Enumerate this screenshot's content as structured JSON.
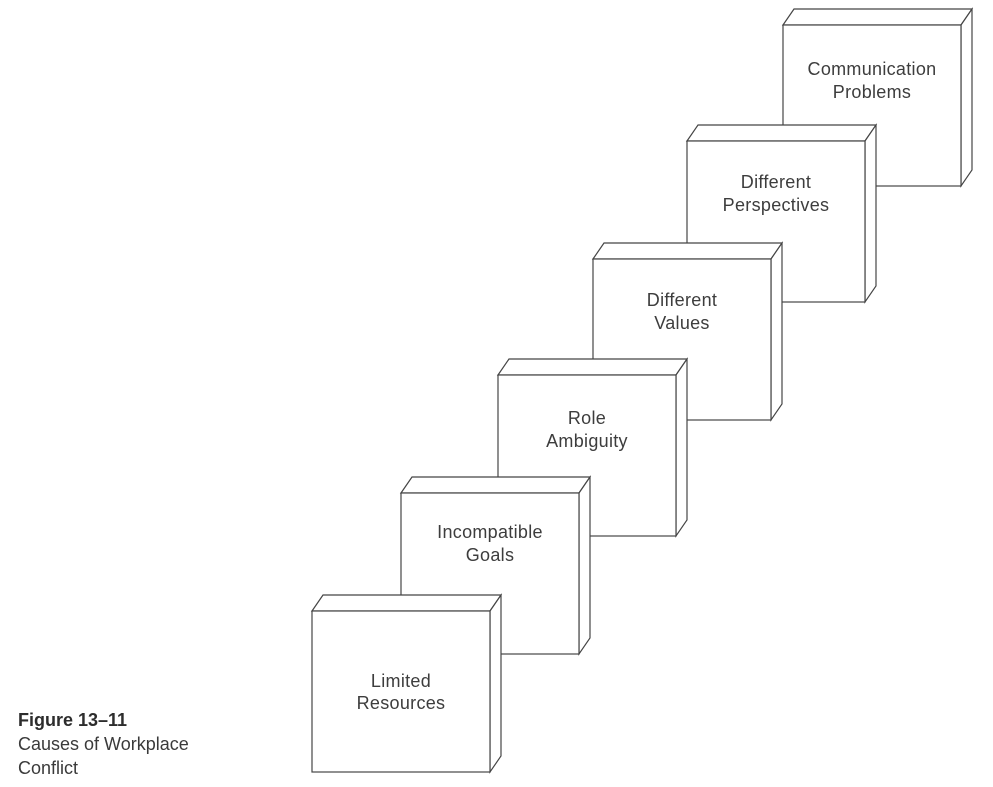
{
  "figure": {
    "label": "Figure 13–11",
    "caption": "Causes of Workplace Conflict"
  },
  "diagram": {
    "type": "stacked-3d-blocks",
    "blocks": [
      {
        "line1": "Limited",
        "line2": "Resources"
      },
      {
        "line1": "Incompatible",
        "line2": "Goals"
      },
      {
        "line1": "Role",
        "line2": "Ambiguity"
      },
      {
        "line1": "Different",
        "line2": "Values"
      },
      {
        "line1": "Different",
        "line2": "Perspectives"
      },
      {
        "line1": "Communication",
        "line2": "Problems"
      }
    ],
    "colors": {
      "background": "#ffffff",
      "box_fill": "#ffffff",
      "line": "#454545",
      "text": "#3d3d3d"
    }
  }
}
